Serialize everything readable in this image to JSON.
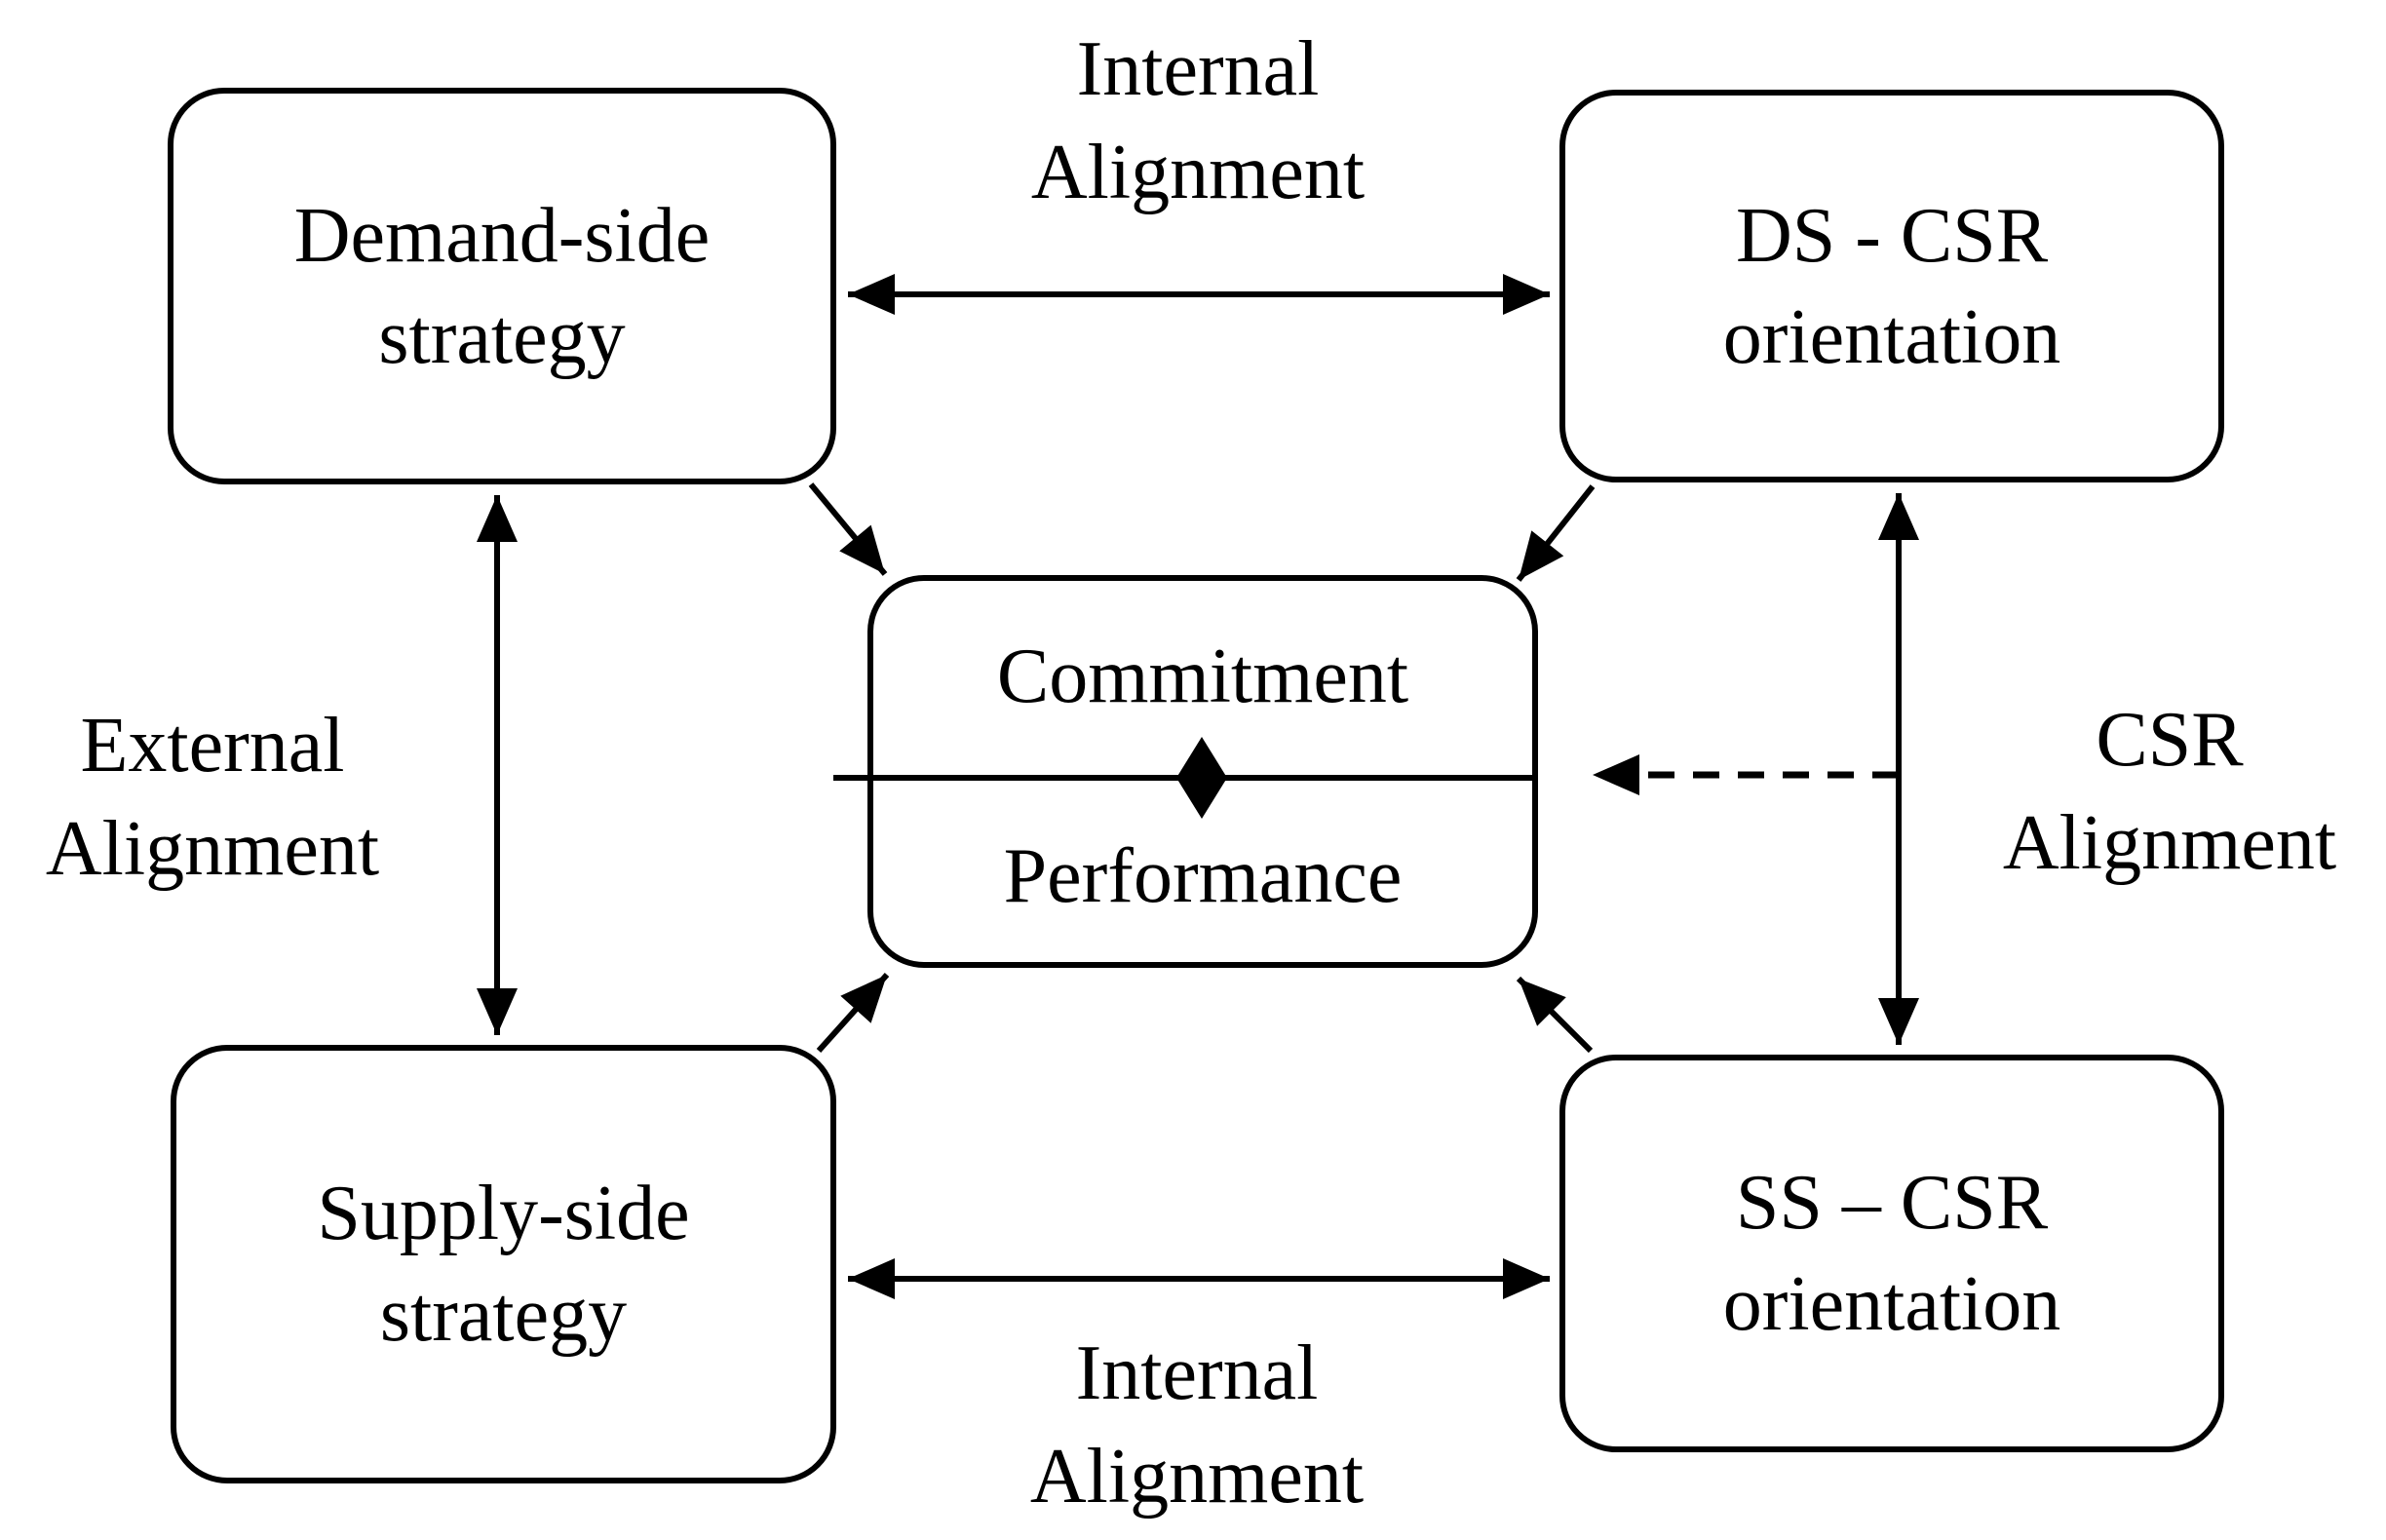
{
  "figure": {
    "background": "#ffffff",
    "line_color": "#000000",
    "box_fill": "#ffffff",
    "boxes": {
      "demand": {
        "label": "Demand-side\nstrategy"
      },
      "ds_csr": {
        "label": "DS - CSR\norientation"
      },
      "supply": {
        "label": "Supply-side\nstrategy"
      },
      "ss_csr": {
        "label": "SS – CSR\norientation"
      },
      "outcome": {
        "top": "Commitment",
        "bottom": "Performance"
      }
    },
    "labels": {
      "internal_alignment_top": "Internal\nAlignment",
      "internal_alignment_bottom": "Internal\nAlignment",
      "external_alignment": "External\nAlignment",
      "csr_alignment": "CSR\nAlignment"
    },
    "arrows": {
      "internal_top": "double-headed solid",
      "internal_bottom": "double-headed solid",
      "external": "double-headed solid",
      "csr": "double-headed solid",
      "csr_to_outcome": "dashed single-headed",
      "demand_to_outcome": "solid single-headed",
      "ds_csr_to_outcome": "solid single-headed",
      "supply_to_outcome": "solid single-headed",
      "ss_csr_to_outcome": "solid single-headed",
      "moderation_diamond": "filled diamond on divider"
    }
  }
}
